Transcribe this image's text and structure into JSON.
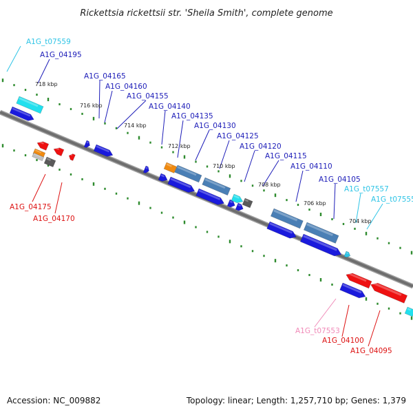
{
  "title": "Rickettsia rickettsii str. 'Sheila Smith', complete genome",
  "footer": {
    "accession": "Accession: NC_009882",
    "summary": "Topology: linear; Length: 1,257,710 bp; Genes: 1,379"
  },
  "colors": {
    "backbone": "#808080",
    "ruler_tick": "#2e8b2e",
    "label_forward": "#1c1cb8",
    "label_reverse": "#dd1111",
    "label_trna": "#2ec4e6",
    "label_misc": "#f08ab8",
    "cds_blue": "#1a1adc",
    "cds_red": "#ee1111",
    "gene_steel": "#4a7fb5",
    "gene_cyan": "#22e0ee",
    "gene_orange": "#f08a10",
    "gene_gray": "#5a5a5a"
  },
  "ruler_labels": [
    "718 kbp",
    "716 kbp",
    "714 kbp",
    "712 kbp",
    "710 kbp",
    "708 kbp",
    "706 kbp",
    "704 kbp"
  ],
  "gene_labels": [
    {
      "name": "A1G_t07559",
      "kind": "trna"
    },
    {
      "name": "A1G_04195",
      "kind": "forward"
    },
    {
      "name": "A1G_04165",
      "kind": "forward"
    },
    {
      "name": "A1G_04160",
      "kind": "forward"
    },
    {
      "name": "A1G_04155",
      "kind": "forward"
    },
    {
      "name": "A1G_04140",
      "kind": "forward"
    },
    {
      "name": "A1G_04135",
      "kind": "forward"
    },
    {
      "name": "A1G_04130",
      "kind": "forward"
    },
    {
      "name": "A1G_04125",
      "kind": "forward"
    },
    {
      "name": "A1G_04120",
      "kind": "forward"
    },
    {
      "name": "A1G_04115",
      "kind": "forward"
    },
    {
      "name": "A1G_04110",
      "kind": "forward"
    },
    {
      "name": "A1G_04105",
      "kind": "forward"
    },
    {
      "name": "A1G_t07557",
      "kind": "trna"
    },
    {
      "name": "A1G_t07555",
      "kind": "trna"
    },
    {
      "name": "A1G_04175",
      "kind": "reverse"
    },
    {
      "name": "A1G_04170",
      "kind": "reverse"
    },
    {
      "name": "A1G_t07553",
      "kind": "misc"
    },
    {
      "name": "A1G_04100",
      "kind": "reverse"
    },
    {
      "name": "A1G_04095",
      "kind": "reverse"
    }
  ]
}
